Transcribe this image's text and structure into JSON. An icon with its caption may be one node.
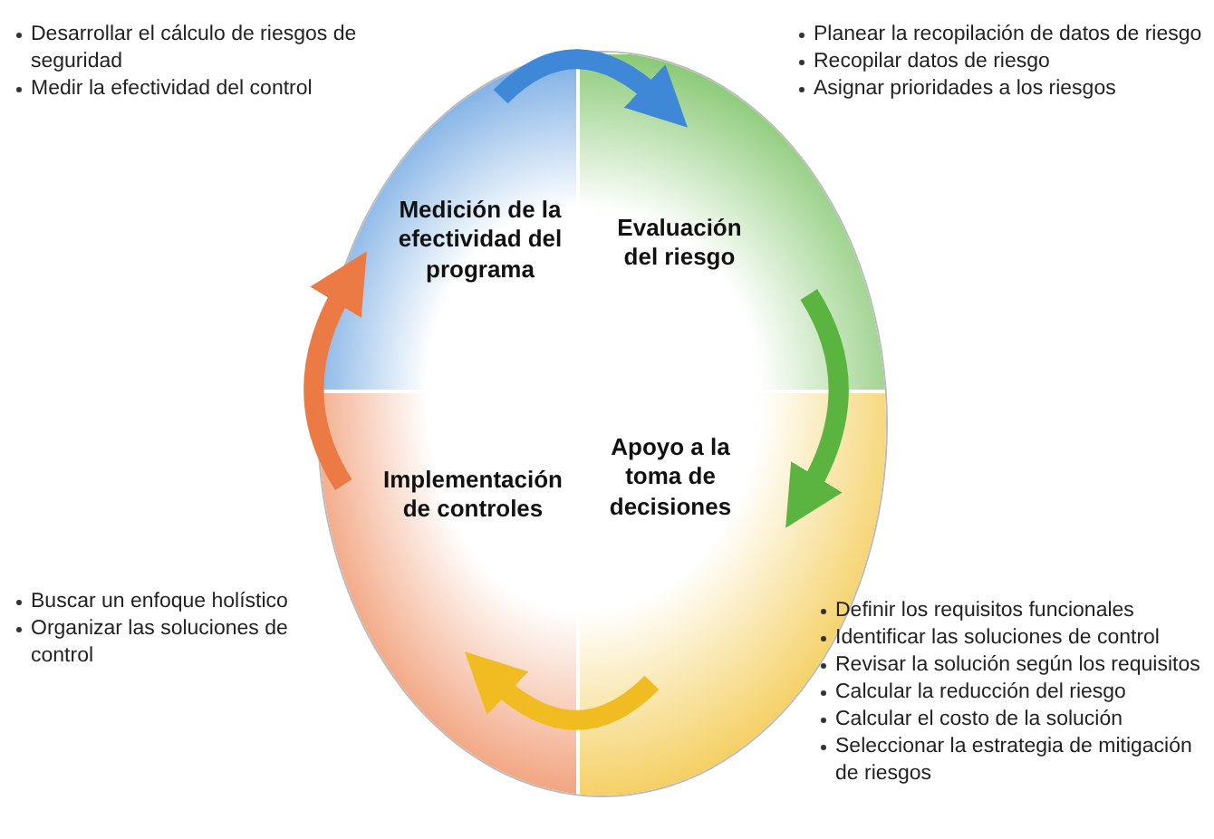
{
  "diagram": {
    "nodes": [
      {
        "text": [
          "Medición de la efectividad del programa"
        ],
        "beside": [
          "Desarrollar el cálculo de riesgos de seguridad",
          "Medir la efectividad del control"
        ]
      },
      {
        "text": [
          "Evaluación del riesgo"
        ],
        "beside": [
          "Planear la recopilación de datos de riesgo",
          "Recopilar datos de riesgo",
          "Asignar prioridades a los riesgos"
        ]
      },
      {
        "text": [
          "Implementación de controles"
        ],
        "beside": [
          "Buscar un enfoque holístico",
          "Organizar las soluciones de control"
        ]
      },
      {
        "text": [
          "Apoyo a la toma de decisiones"
        ],
        "beside": [
          "Definir los requisitos funcionales",
          "Identificar las soluciones de control",
          "Revisar la solución según los requisitos",
          "Calcular la reducción del riesgo",
          "Calcular el costo de la solución",
          "Seleccionar la estrategia de mitigación de riesgos"
        ]
      }
    ],
    "edges": [
      {
        "from": 0,
        "to": 1,
        "arrow": "to",
        "color": "#3f88d8"
      },
      {
        "from": 1,
        "to": 3,
        "arrow": "to",
        "color": "#5cb440"
      },
      {
        "from": 3,
        "to": 2,
        "arrow": "to",
        "color": "#f0bc22"
      },
      {
        "from": 2,
        "to": 0,
        "arrow": "to",
        "color": "#ec7a45"
      }
    ]
  }
}
